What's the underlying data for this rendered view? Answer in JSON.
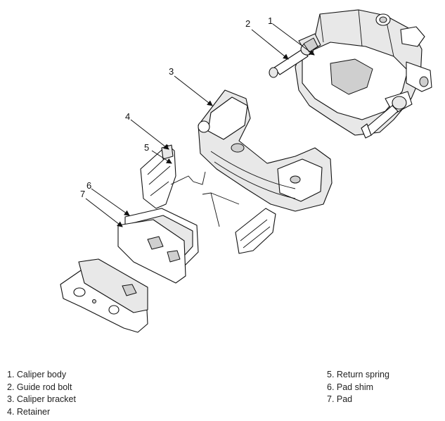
{
  "callouts": [
    "1",
    "2",
    "3",
    "4",
    "5",
    "6",
    "7"
  ],
  "legend": {
    "left": [
      "1. Caliper body",
      "2. Guide rod bolt",
      "3. Caliper bracket",
      "4. Retainer"
    ],
    "right": [
      "5. Return spring",
      "6. Pad shim",
      "7. Pad"
    ]
  }
}
